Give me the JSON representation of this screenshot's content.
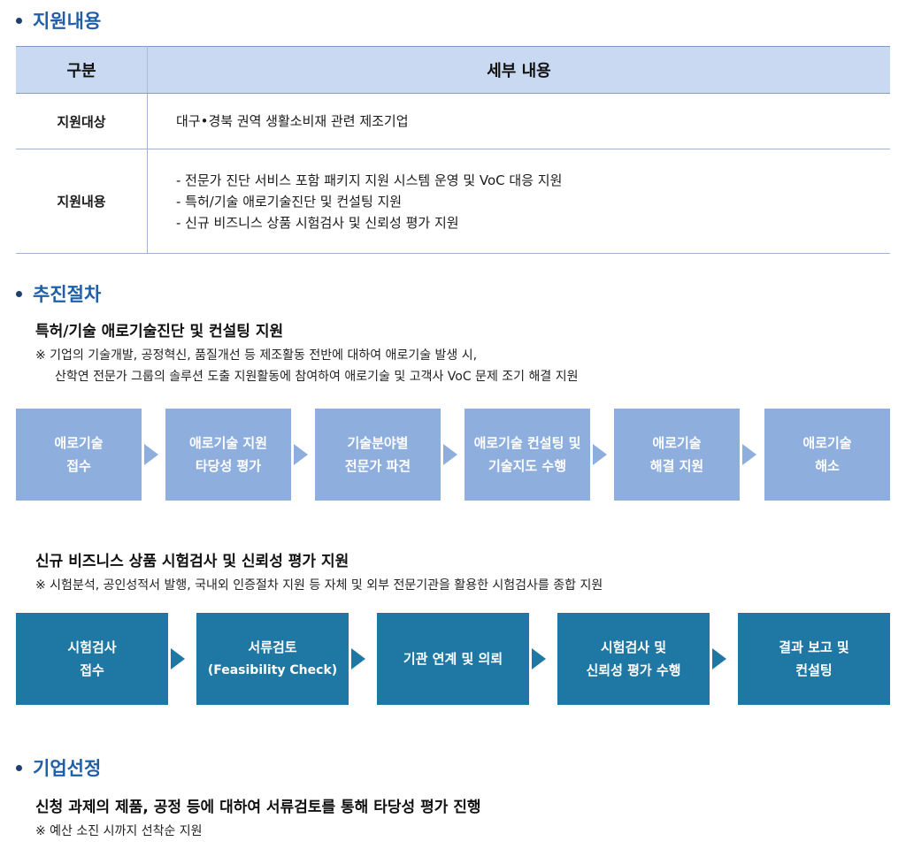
{
  "sections": {
    "support": {
      "title": "지원내용"
    },
    "process": {
      "title": "추진절차"
    },
    "selection": {
      "title": "기업선정"
    }
  },
  "support_table": {
    "headers": [
      "구분",
      "세부 내용"
    ],
    "rows": [
      {
        "label": "지원대상",
        "lines": [
          "대구•경북 권역 생활소비재 관련 제조기업"
        ]
      },
      {
        "label": "지원내용",
        "lines": [
          "- 전문가 진단 서비스 포함 패키지 지원 시스템 운영 및 VoC 대응 지원",
          "- 특허/기술 애로기술진단 및 컨설팅 지원",
          "- 신규 비즈니스 상품 시험검사 및 신뢰성 평가 지원"
        ]
      }
    ]
  },
  "process1": {
    "title": "특허/기술 애로기술진단 및 컨설팅 지원",
    "note_line1": "※ 기업의 기술개발, 공정혁신, 품질개선 등 제조활동 전반에 대하여 애로기술 발생 시,",
    "note_line2": "산학연 전문가 그룹의 솔루션 도출 지원활동에 참여하여 애로기술 및 고객사 VoC 문제 조기 해결 지원",
    "steps": [
      {
        "line1": "애로기술",
        "line2": "접수"
      },
      {
        "line1": "애로기술 지원",
        "line2": "타당성 평가"
      },
      {
        "line1": "기술분야별",
        "line2": "전문가 파견"
      },
      {
        "line1": "애로기술 컨설팅 및",
        "line2": "기술지도 수행"
      },
      {
        "line1": "애로기술",
        "line2": "해결 지원"
      },
      {
        "line1": "애로기술",
        "line2": "해소"
      }
    ]
  },
  "process2": {
    "title": "신규 비즈니스 상품 시험검사 및 신뢰성 평가 지원",
    "note_line1": "※ 시험분석, 공인성적서 발행, 국내외 인증절차 지원 등 자체 및 외부 전문기관을 활용한 시험검사를 종합 지원",
    "steps": [
      {
        "line1": "시험검사",
        "line2": "접수"
      },
      {
        "line1": "서류검토",
        "line2": "(Feasibility Check)"
      },
      {
        "line1": "기관 연계 및 의뢰",
        "line2": ""
      },
      {
        "line1": "시험검사 및",
        "line2": "신뢰성 평가 수행"
      },
      {
        "line1": "결과 보고 및",
        "line2": "컨설팅"
      }
    ]
  },
  "selection": {
    "title": "신청 과제의 제품, 공정 등에 대하여 서류검토를 통해 타당성 평가 진행",
    "note_line1": "※ 예산 소진 시까지 선착순 지원"
  },
  "colors": {
    "section_title": "#1f5fa8",
    "table_header_bg": "#c9d9f1",
    "flow1_box": "#8eaede",
    "flow2_box": "#1f77a4"
  }
}
